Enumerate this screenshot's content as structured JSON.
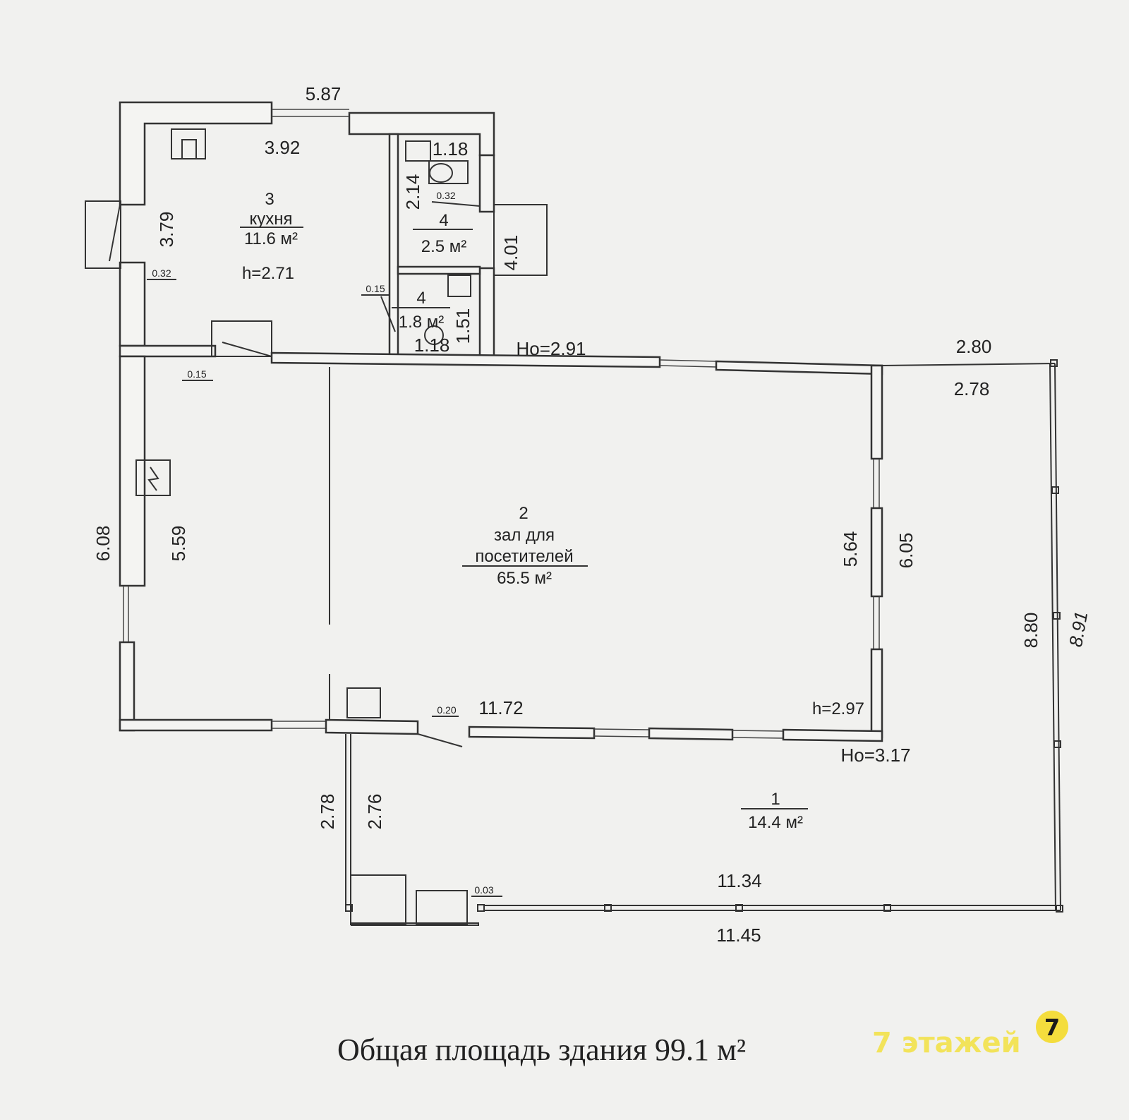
{
  "plan": {
    "kitchen": {
      "number": "3",
      "name": "кухня",
      "area": "11.6 м²",
      "height": "h=2.71"
    },
    "wc_upper": {
      "number": "4",
      "area": "2.5 м²"
    },
    "wc_lower": {
      "number": "4",
      "area": "1.8 м²"
    },
    "hall": {
      "number": "2",
      "name_line1": "зал для",
      "name_line2": "посетителей",
      "area": "65.5 м²",
      "height": "h=2.97"
    },
    "terrace": {
      "number": "1",
      "area": "14.4 м²"
    },
    "dimensions": {
      "top_outer": "5.87",
      "kitchen_width": "3.92",
      "kitchen_depth": "3.79",
      "wc_width": "1.18",
      "wc_depth": "2.14",
      "wc_small_wall": "0.32",
      "wc_outer": "4.01",
      "kitchen_wall": "0.32",
      "partition": "0.15",
      "wc2_depth": "1.51",
      "wc2_width": "1.18",
      "ho_top": "Ho=2.91",
      "left_wall": "0.15",
      "terrace_top_outer": "2.80",
      "terrace_top_inner": "2.78",
      "left_outer": "6.08",
      "left_inner": "5.59",
      "hall_right_inner": "5.64",
      "hall_right_outer": "6.05",
      "terrace_right_inner": "8.80",
      "terrace_right_outer": "8.91",
      "door_gap": "0.20",
      "hall_length": "11.72",
      "ho_bottom": "Ho=3.17",
      "terrace_left_outer": "2.78",
      "terrace_left_inner": "2.76",
      "terrace_bottom_inner": "11.34",
      "terrace_bottom_outer": "11.45",
      "step": "0.03"
    }
  },
  "footer": {
    "caption": "Общая площадь здания 99.1 м²",
    "logo_text": "7 этажей",
    "logo_digit": "7"
  }
}
